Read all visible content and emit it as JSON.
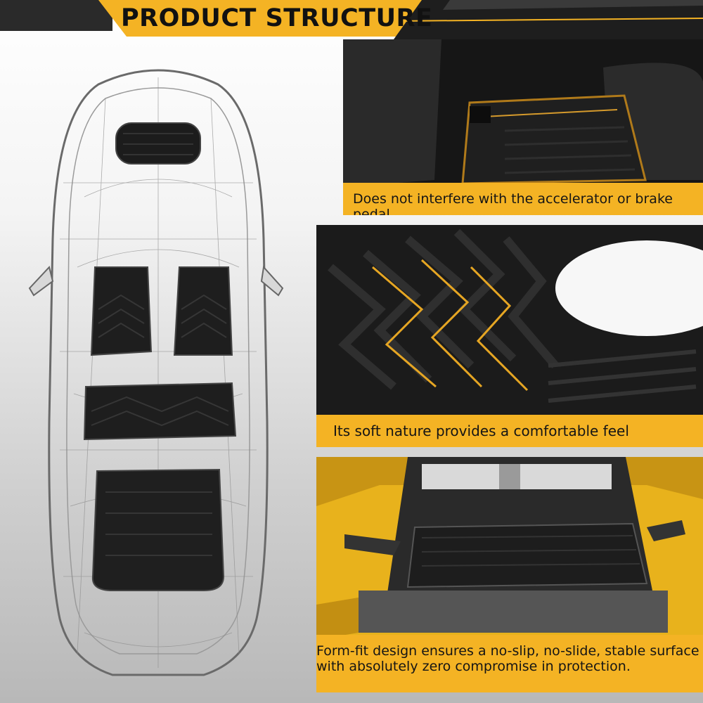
{
  "header": {
    "title": "PRODUCT STRUCTURE"
  },
  "panels": [
    {
      "caption": "Does not interfere with the accelerator or brake pedal."
    },
    {
      "caption": "Its soft nature provides a comfortable feel"
    },
    {
      "caption_lines": [
        "Form-fit design ensures a no-slip, no-slide, stable surface",
        "with absolutely zero compromise in protection."
      ]
    }
  ],
  "colors": {
    "accent": "#f4b324",
    "dark": "#111111",
    "car_body": "#e8b21c"
  }
}
